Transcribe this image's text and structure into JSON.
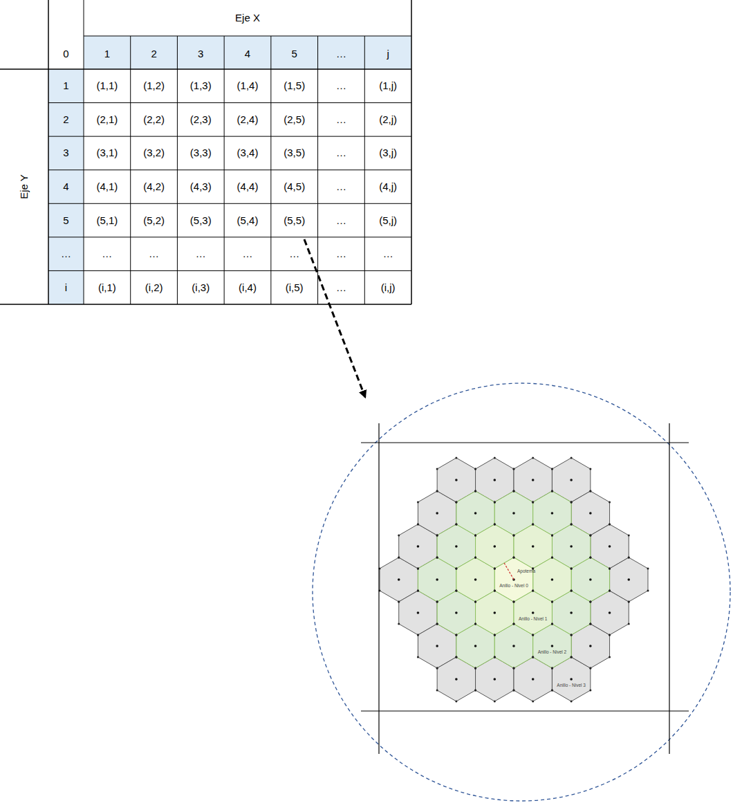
{
  "diagram": {
    "labels": [
      "Eje X",
      "0",
      "1",
      "2",
      "3",
      "4",
      "5",
      "…",
      "j",
      "Eje Y",
      "1",
      "(1,1)",
      "(1,2)",
      "(1,3)",
      "(1,4)",
      "(1,5)",
      "…",
      "(1,j)",
      "2",
      "(2,1)",
      "(2,2)",
      "(2,3)",
      "(2,4)",
      "(2,5)",
      "…",
      "(2,j)",
      "3",
      "(3,1)",
      "(3,2)",
      "(3,3)",
      "(3,4)",
      "(3,5)",
      "…",
      "(3,j)",
      "4",
      "(4,1)",
      "(4,2)",
      "(4,3)",
      "(4,4)",
      "(4,5)",
      "…",
      "(4,j)",
      "5",
      "(5,1)",
      "(5,2)",
      "(5,3)",
      "(5,4)",
      "(5,5)",
      "…",
      "(5,j)",
      "…",
      "…",
      "…",
      "…",
      "…",
      "…",
      "…",
      "…",
      "i",
      "(i,1)",
      "(i,2)",
      "(i,3)",
      "(i,4)",
      "(i,5)",
      "…",
      "(i,j)",
      "Apotema",
      "Anillo - Nivel 0",
      "Anillo - Nivel 1",
      "Anillo - Nivel 2",
      "Anillo - Nivel 3"
    ]
  }
}
